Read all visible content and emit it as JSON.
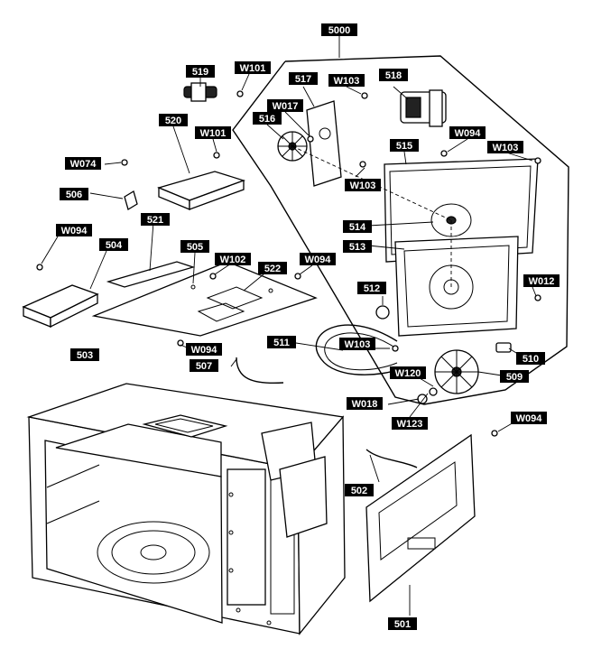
{
  "labels": {
    "l5000": "5000",
    "l519": "519",
    "lW101a": "W101",
    "l517": "517",
    "lW103a": "W103",
    "l518": "518",
    "lW017": "W017",
    "l516": "516",
    "l520": "520",
    "lW101b": "W101",
    "lW094a": "W094",
    "lW103b": "W103",
    "l515": "515",
    "lW074": "W074",
    "lW103c": "W103",
    "l506": "506",
    "l521": "521",
    "lW094b": "W094",
    "l514": "514",
    "l504": "504",
    "l505": "505",
    "l513": "513",
    "lW094c": "W094",
    "lW102": "W102",
    "l522": "522",
    "lW012": "W012",
    "l512": "512",
    "l503": "503",
    "l511": "511",
    "lW103d": "W103",
    "lW094d": "W094",
    "l510": "510",
    "l507": "507",
    "lW120": "W120",
    "l509": "509",
    "lW018": "W018",
    "lW123": "W123",
    "lW094e": "W094",
    "l502": "502",
    "l501": "501"
  }
}
